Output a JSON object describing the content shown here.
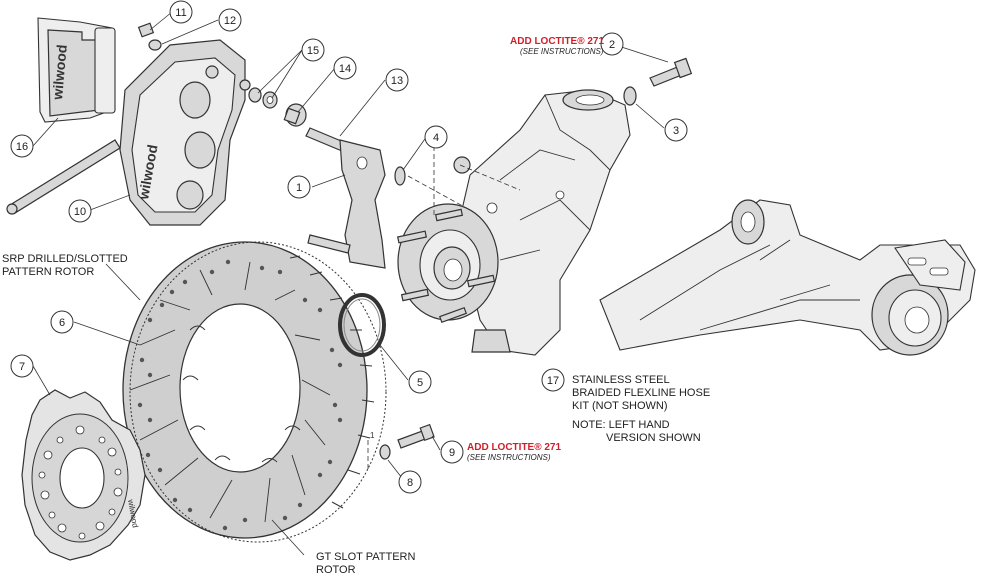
{
  "callouts": [
    "1",
    "2",
    "3",
    "4",
    "5",
    "6",
    "7",
    "8",
    "9",
    "10",
    "11",
    "12",
    "13",
    "14",
    "15",
    "16",
    "17"
  ],
  "labels": {
    "srp_line1": "SRP DRILLED/SLOTTED",
    "srp_line2": "PATTERN ROTOR",
    "gt_line1": "GT SLOT PATTERN",
    "gt_line2": "ROTOR",
    "kit_line1": "STAINLESS STEEL",
    "kit_line2": "BRAIDED FLEXLINE HOSE",
    "kit_line3": "KIT (NOT SHOWN)",
    "note_line1": "NOTE: LEFT HAND",
    "note_line2": "VERSION SHOWN",
    "loctite_top": "ADD LOCTITE® 271",
    "loctite_top_sub": "(SEE INSTRUCTIONS)",
    "loctite_bottom": "ADD LOCTITE® 271",
    "loctite_bottom_sub": "(SEE INSTRUCTIONS)",
    "brand_pad": "wilwood",
    "brand_caliper": "wilwood",
    "brand_hat": "wilwood",
    "leader_tag": "1"
  },
  "colors": {
    "loctite_red": "#d01f2b",
    "part_fill": "#d8d8d8",
    "line": "#333333"
  },
  "icons": [
    "brake-pad",
    "caliper",
    "bracket",
    "rotor-ring",
    "rotor-hat",
    "hub-knuckle",
    "control-arm",
    "bolt",
    "washer",
    "seal-ring",
    "spacer",
    "pin"
  ]
}
